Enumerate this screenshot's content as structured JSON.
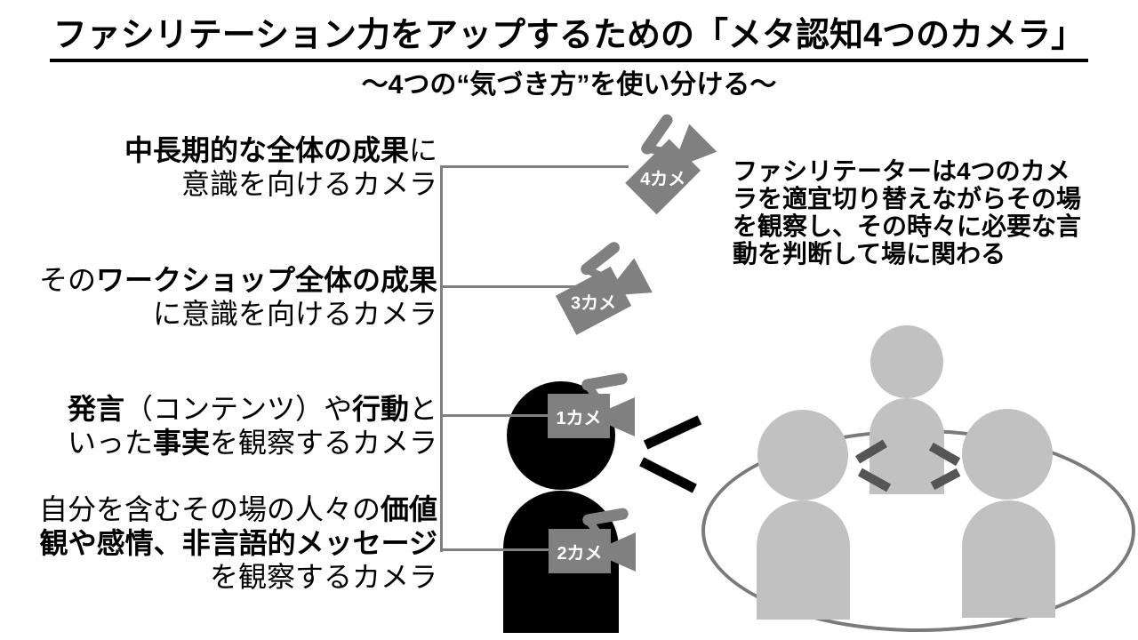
{
  "header": {
    "title": "ファシリテーション力をアップするための「メタ認知4つのカメラ」",
    "subtitle": "～4つの“気づき方”を使い分ける～"
  },
  "left_items": [
    {
      "lines": [
        [
          {
            "text": "中長期的な全体の成果",
            "bold": true
          },
          {
            "text": "に",
            "bold": false
          }
        ],
        [
          {
            "text": "意識を向けるカメラ",
            "bold": false
          }
        ]
      ]
    },
    {
      "lines": [
        [
          {
            "text": "その",
            "bold": false
          },
          {
            "text": "ワークショップ全体の成果",
            "bold": true
          }
        ],
        [
          {
            "text": "に意識を向けるカメラ",
            "bold": false
          }
        ]
      ]
    },
    {
      "lines": [
        [
          {
            "text": "発言",
            "bold": true
          },
          {
            "text": "（コンテンツ）や",
            "bold": false
          },
          {
            "text": "行動",
            "bold": true
          },
          {
            "text": "と",
            "bold": false
          }
        ],
        [
          {
            "text": "いった",
            "bold": false
          },
          {
            "text": "事実",
            "bold": true
          },
          {
            "text": "を観察するカメラ",
            "bold": false
          }
        ]
      ]
    },
    {
      "lines": [
        [
          {
            "text": "自分を含むその場の人々の",
            "bold": false
          },
          {
            "text": "価値",
            "bold": true
          }
        ],
        [
          {
            "text": "観や感情、非言語的メッセージ",
            "bold": true
          }
        ],
        [
          {
            "text": "を観察するカメラ",
            "bold": false
          }
        ]
      ]
    }
  ],
  "cameras": {
    "cam1": {
      "label": "1カメ"
    },
    "cam2": {
      "label": "2カメ"
    },
    "cam3": {
      "label": "3カメ"
    },
    "cam4": {
      "label": "4カメ"
    }
  },
  "note": {
    "lines": [
      "ファシリテーターは4つのカメ",
      "ラを適宜切り替えながらその場",
      "を観察し、その時々に必要な言",
      "動を判断して場に関わる"
    ]
  },
  "colors": {
    "camera_gray": "#808080",
    "connector_gray": "#808080",
    "participant_gray": "#c1c1c1",
    "ellipse_gray": "#7a7a7a",
    "mark_gray": "#555555",
    "facilitator_black": "#000000",
    "text_black": "#000000",
    "background": "#ffffff"
  }
}
